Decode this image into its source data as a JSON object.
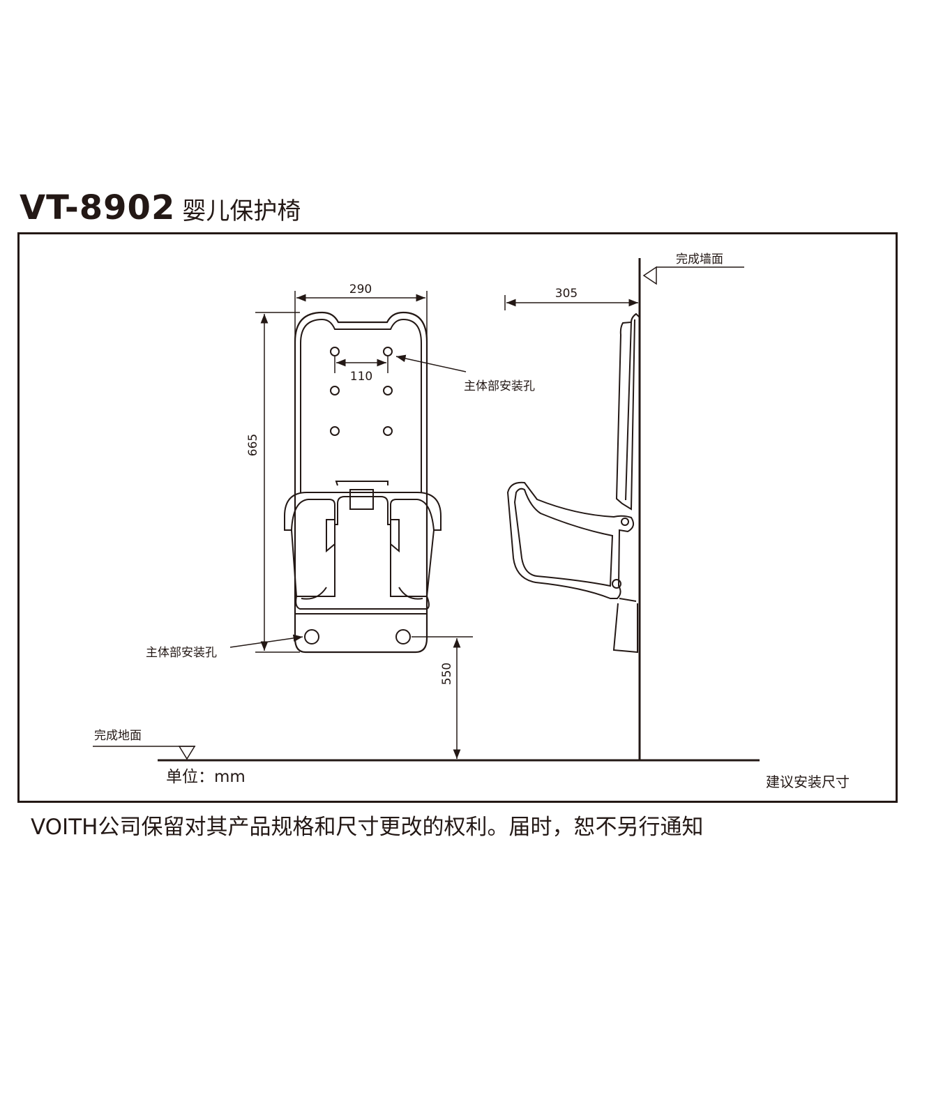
{
  "title": {
    "model": "VT-8902",
    "name": "婴儿保护椅"
  },
  "dimensions": {
    "width_total": "290",
    "hole_spacing": "110",
    "height_total": "665",
    "wall_projection": "305",
    "mount_height": "550"
  },
  "labels": {
    "finished_wall": "完成墙面",
    "finished_floor": "完成地面",
    "mount_hole_top": "主体部安装孔",
    "mount_hole_bottom": "主体部安装孔",
    "unit": "单位：mm",
    "recommended": "建议安装尺寸"
  },
  "footer": {
    "notice": "VOITH公司保留对其产品规格和尺寸更改的权利。届时，恕不另行通知"
  },
  "colors": {
    "line": "#231815",
    "background": "#ffffff"
  }
}
